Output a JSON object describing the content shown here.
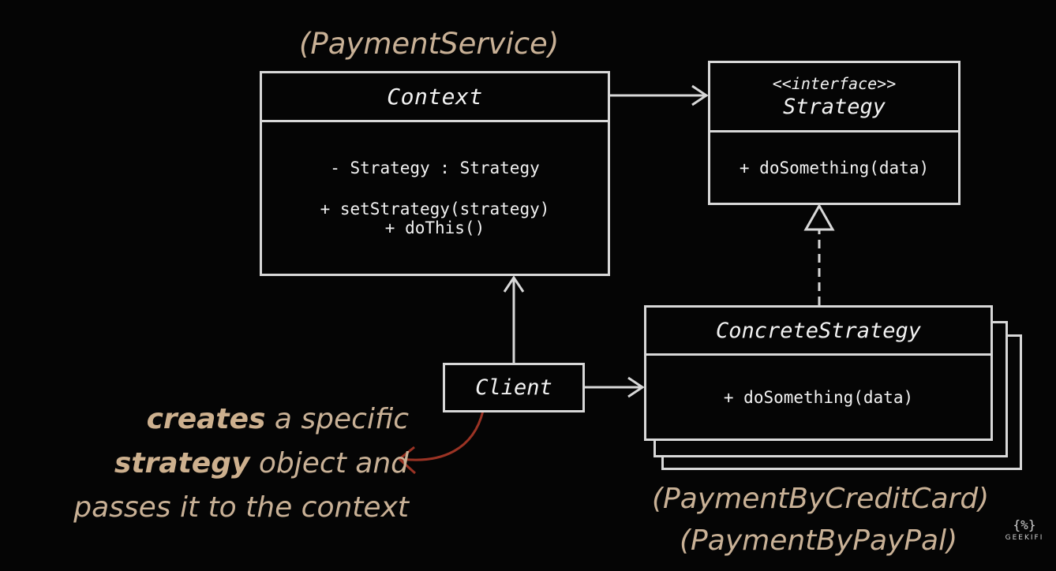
{
  "labels": {
    "payment_service": "(PaymentService)",
    "credit_card": "(PaymentByCreditCard)",
    "paypal": "(PaymentByPayPal)"
  },
  "context": {
    "title": "Context",
    "field": "- Strategy : Strategy",
    "methods": [
      "+ setStrategy(strategy)",
      "+ doThis()"
    ]
  },
  "strategy": {
    "stereotype": "<<interface>>",
    "title": "Strategy",
    "method": "+ doSomething(data)"
  },
  "concrete_strategy": {
    "title": "ConcreteStrategy",
    "method": "+ doSomething(data)"
  },
  "client": {
    "title": "Client"
  },
  "note": {
    "line1_bold": "creates",
    "line1_rest": " a specific",
    "line2_bold": "strategy",
    "line2_rest": " object and",
    "line3": "passes it to the context"
  },
  "watermark": {
    "mark": "{%}",
    "text": "GEEKIFI"
  },
  "colors": {
    "background": "#050505",
    "box_stroke": "#d8d8d8",
    "caption": "#c9b196",
    "note_arrow": "#9b3324"
  }
}
